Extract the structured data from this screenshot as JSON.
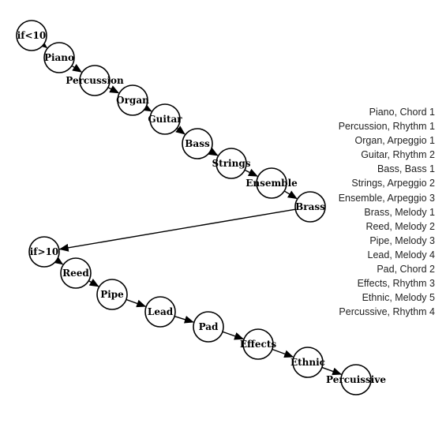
{
  "nodes": [
    {
      "id": "if1",
      "label": "if<10"
    },
    {
      "id": "piano",
      "label": "Piano"
    },
    {
      "id": "percussion",
      "label": "Percussion"
    },
    {
      "id": "organ",
      "label": "Organ"
    },
    {
      "id": "guitar",
      "label": "Guitar"
    },
    {
      "id": "bass",
      "label": "Bass"
    },
    {
      "id": "strings",
      "label": "Strings"
    },
    {
      "id": "ensemble",
      "label": "Ensemble"
    },
    {
      "id": "brass",
      "label": "Brass"
    },
    {
      "id": "if2",
      "label": "if>10"
    },
    {
      "id": "reed",
      "label": "Reed"
    },
    {
      "id": "pipe",
      "label": "Pipe"
    },
    {
      "id": "lead",
      "label": "Lead"
    },
    {
      "id": "pad",
      "label": "Pad"
    },
    {
      "id": "effects",
      "label": "Effects"
    },
    {
      "id": "ethnic",
      "label": "Ethnic"
    },
    {
      "id": "percussive",
      "label": "Percuissive"
    }
  ],
  "edges": [
    [
      "if1",
      "piano"
    ],
    [
      "piano",
      "percussion"
    ],
    [
      "percussion",
      "organ"
    ],
    [
      "organ",
      "guitar"
    ],
    [
      "guitar",
      "bass"
    ],
    [
      "bass",
      "strings"
    ],
    [
      "strings",
      "ensemble"
    ],
    [
      "ensemble",
      "brass"
    ],
    [
      "brass",
      "if2"
    ],
    [
      "if2",
      "reed"
    ],
    [
      "reed",
      "pipe"
    ],
    [
      "pipe",
      "lead"
    ],
    [
      "lead",
      "pad"
    ],
    [
      "pad",
      "effects"
    ],
    [
      "effects",
      "ethnic"
    ],
    [
      "ethnic",
      "percussive"
    ]
  ],
  "legend": [
    "Piano, Chord 1",
    "Percussion, Rhythm 1",
    "Organ, Arpeggio 1",
    "Guitar, Rhythm 2",
    "Bass, Bass 1",
    "Strings, Arpeggio 2",
    "Ensemble, Arpeggio 3",
    "Brass, Melody 1",
    "Reed, Melody 2",
    "Pipe, Melody 3",
    "Lead, Melody 4",
    "Pad, Chord 2",
    "Effects, Rhythm 3",
    "Ethnic, Melody 5",
    "Percussive, Rhythm 4"
  ]
}
